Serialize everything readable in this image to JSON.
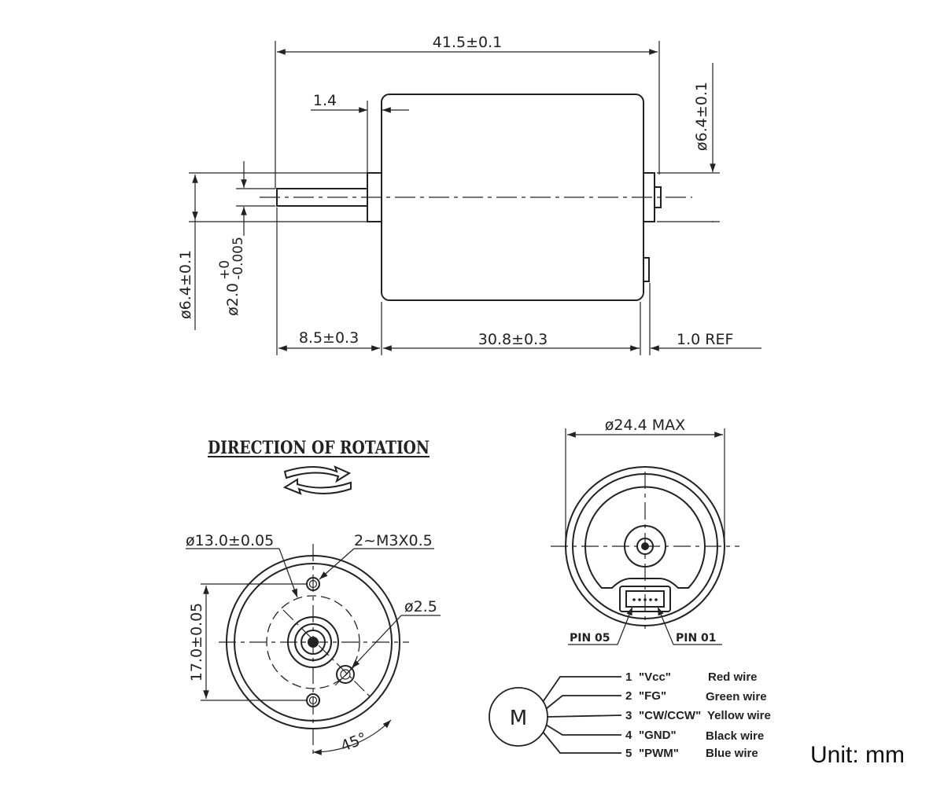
{
  "side_view": {
    "overall_length": "41.5±0.1",
    "flange": "1.4",
    "rear_boss_dia": "ø6.4±0.1",
    "front_boss_dia": "ø6.4±0.1",
    "shaft_dia": "ø2.0",
    "shaft_tol_upper": "+0",
    "shaft_tol_lower": "-0.005",
    "shaft_length": "8.5±0.3",
    "body_length": "30.8±0.3",
    "rear_ref": "1.0 REF"
  },
  "front_view": {
    "title": "DIRECTION OF ROTATION",
    "pcd": "ø13.0±0.05",
    "thread": "2~M3X0.5",
    "pin_dia": "ø2.5",
    "hole_spacing": "17.0±0.05",
    "angle": "45°"
  },
  "rear_view": {
    "max_dia": "ø24.4 MAX",
    "pin_left": "PIN 05",
    "pin_right": "PIN 01"
  },
  "wiring": {
    "motor_label": "M",
    "pins": [
      {
        "num": "1",
        "signal": "\"Vcc\"",
        "color": "Red wire"
      },
      {
        "num": "2",
        "signal": "\"FG\"",
        "color": "Green wire"
      },
      {
        "num": "3",
        "signal": "\"CW/CCW\"",
        "color": "Yellow wire"
      },
      {
        "num": "4",
        "signal": "\"GND\"",
        "color": "Black wire"
      },
      {
        "num": "5",
        "signal": "\"PWM\"",
        "color": "Blue wire"
      }
    ]
  },
  "unit": "Unit: mm"
}
